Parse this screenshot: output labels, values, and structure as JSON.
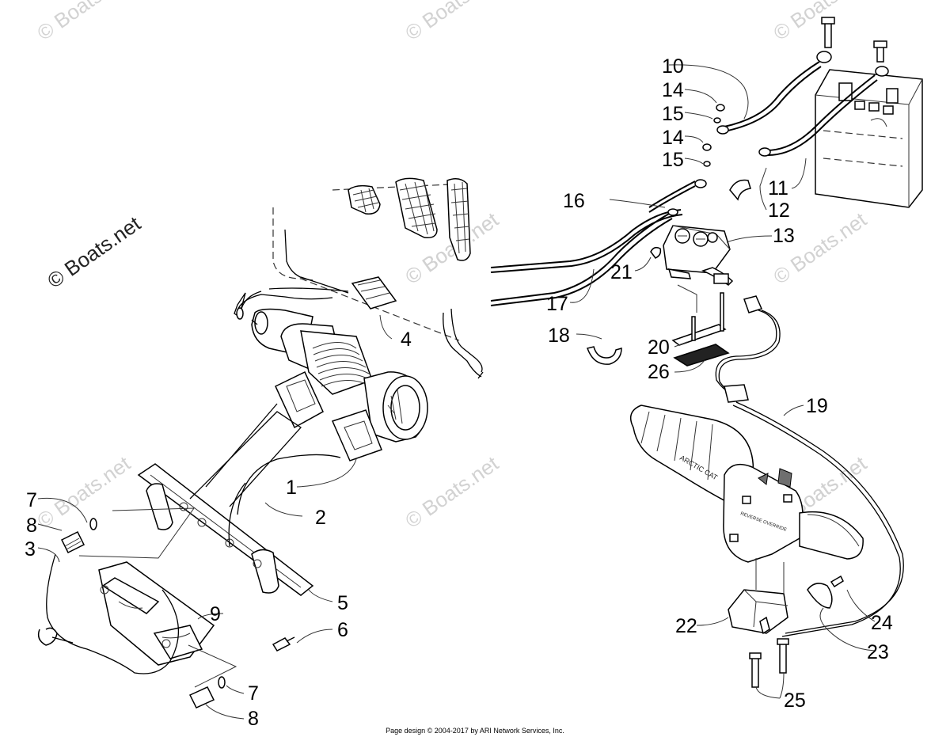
{
  "watermarks": [
    {
      "text": "© Boats.net"
    },
    {
      "text": "© Boats.net"
    },
    {
      "text": "© Boats.net"
    },
    {
      "text": "© Boats.net"
    },
    {
      "text": "© Boats.net"
    },
    {
      "text": "© Boats.net"
    },
    {
      "text": "© Boats.net"
    },
    {
      "text": "© Boats.net"
    },
    {
      "text": "© Boats.net"
    },
    {
      "text": "© Boats.net"
    }
  ],
  "brand_watermark": "© Boats.net",
  "callouts": [
    "1",
    "2",
    "3",
    "4",
    "5",
    "6",
    "7",
    "8",
    "9",
    "10",
    "14",
    "15",
    "14",
    "15",
    "16",
    "11",
    "12",
    "13",
    "21",
    "17",
    "18",
    "20",
    "26",
    "19",
    "7",
    "8",
    "22",
    "24",
    "23",
    "25"
  ],
  "grip_text": "ARCTIC CAT",
  "switch_text": "REVERSE OVERRIDE",
  "footer": "Page design © 2004-2017 by ARI Network Services, Inc."
}
